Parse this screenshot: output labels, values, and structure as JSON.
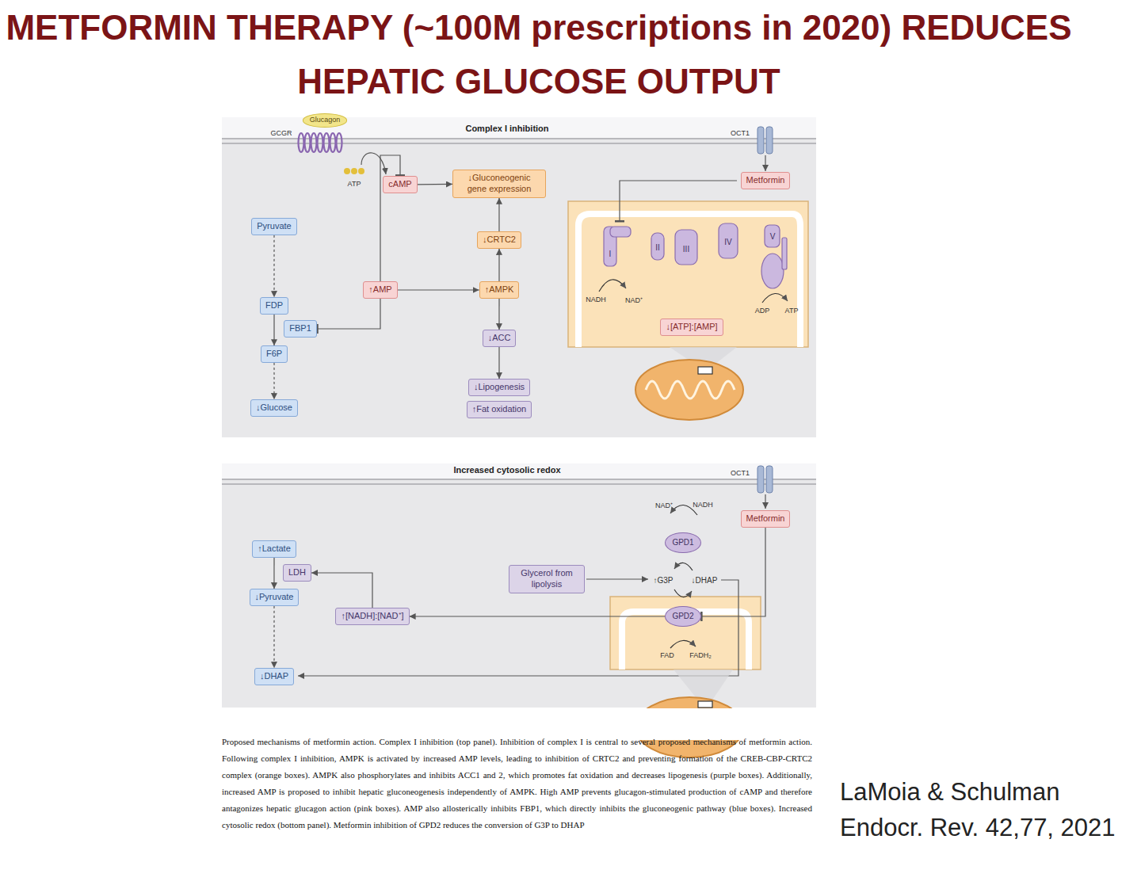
{
  "diagram": {
    "title": "METFORMIN THERAPY (~100M prescriptions in 2020) REDUCES HEPATIC GLUCOSE OUTPUT",
    "caption": "Proposed mechanisms of metformin action. Complex I inhibition (top panel). Inhibition of complex I is central to several proposed mechanisms of metformin action. Following complex I inhibition, AMPK is activated by increased AMP levels, leading to inhibition of CRTC2 and preventing formation of the CREB-CBP-CRTC2 complex (orange boxes). AMPK also phosphorylates and inhibits ACC1 and 2, which promotes fat oxidation and decreases lipogenesis (purple boxes). Additionally, increased AMP is proposed to inhibit hepatic gluconeogenesis independently of AMPK. High AMP prevents glucagon-stimulated production of cAMP and therefore antagonizes hepatic glucagon action (pink boxes). AMP also allosterically inhibits FBP1, which directly inhibits the gluconeogenic pathway (blue boxes). Increased cytosolic redox (bottom panel). Metformin inhibition of GPD2 reduces the conversion of G3P to DHAP",
    "nodes": [
      {
        "text": [
          "Glucagon"
        ]
      },
      {
        "text": [
          "cAMP"
        ]
      },
      {
        "text": [
          "↓Gluconeogenic gene expression"
        ]
      },
      {
        "text": [
          "Metformin"
        ]
      },
      {
        "text": [
          "Pyruvate"
        ]
      },
      {
        "text": [
          "↓CRTC2"
        ]
      },
      {
        "text": [
          "↑AMP"
        ]
      },
      {
        "text": [
          "↑AMPK"
        ]
      },
      {
        "text": [
          "FDP"
        ]
      },
      {
        "text": [
          "FBP1"
        ]
      },
      {
        "text": [
          "↓[ATP]:[AMP]"
        ]
      },
      {
        "text": [
          "F6P"
        ]
      },
      {
        "text": [
          "↓ACC"
        ]
      },
      {
        "text": [
          "↓Glucose"
        ]
      },
      {
        "text": [
          "↓Lipogenesis"
        ]
      },
      {
        "text": [
          "↑Fat oxidation"
        ]
      },
      {
        "text": [
          "Metformin"
        ]
      },
      {
        "text": [
          "GPD1"
        ]
      },
      {
        "text": [
          "↑Lactate"
        ]
      },
      {
        "text": [
          "LDH"
        ]
      },
      {
        "text": [
          "Glycerol from lipolysis"
        ]
      },
      {
        "text": [
          "↓Pyruvate"
        ]
      },
      {
        "text": [
          "↑[NADH]:[NAD⁺]"
        ]
      },
      {
        "text": [
          "GPD2"
        ]
      },
      {
        "text": [
          "↓DHAP"
        ]
      }
    ],
    "edges": [
      {
        "from": 1,
        "to": 2,
        "arrow": "to"
      },
      {
        "from": 5,
        "to": 2,
        "arrow": "to"
      },
      {
        "from": 7,
        "to": 5,
        "arrow": "to"
      },
      {
        "from": 6,
        "to": 7,
        "arrow": "to"
      },
      {
        "from": 6,
        "to": 1,
        "arrow": "to"
      },
      {
        "from": 6,
        "to": 9,
        "arrow": "to"
      },
      {
        "from": 7,
        "to": 12,
        "arrow": "to"
      },
      {
        "from": 12,
        "to": 14,
        "arrow": "to"
      },
      {
        "from": 4,
        "to": 8,
        "arrow": "to"
      },
      {
        "from": 8,
        "to": 11,
        "arrow": "to"
      },
      {
        "from": 11,
        "to": 13,
        "arrow": "to"
      },
      {
        "from": 18,
        "to": 21,
        "arrow": "to"
      },
      {
        "from": 22,
        "to": 19,
        "arrow": "to"
      },
      {
        "from": 16,
        "to": 23,
        "arrow": "to"
      },
      {
        "from": 23,
        "to": 22,
        "arrow": "to"
      },
      {
        "from": 21,
        "to": 24,
        "arrow": "to"
      }
    ],
    "labels": [
      "Complex I inhibition",
      "GCGR",
      "ATP",
      "OCT1",
      "I",
      "II",
      "III",
      "IV",
      "V",
      "NADH",
      "NAD⁺",
      "ADP",
      "ATP",
      "Increased cytosolic redox",
      "OCT1",
      "NAD⁺",
      "NADH",
      "↑G3P",
      "↓DHAP",
      "FAD",
      "FADH₂",
      "LaMoia & Schulman",
      "Endocr. Rev. 42,77, 2021"
    ]
  }
}
